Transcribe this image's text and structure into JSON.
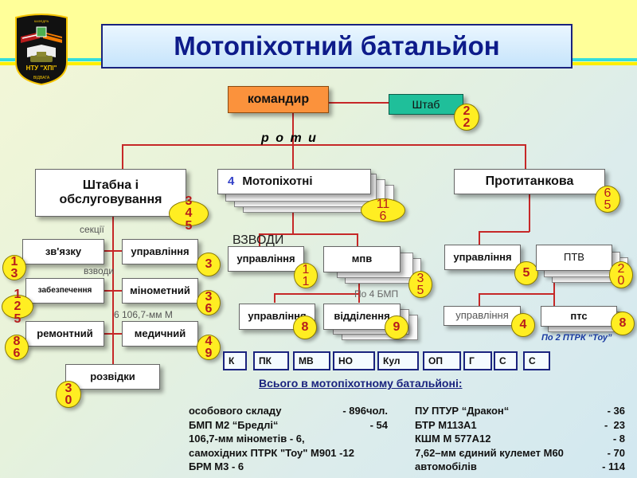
{
  "title": "Мотопіхотний батальйон",
  "logo": {
    "name": "unit-emblem",
    "texts": [
      "КАФЕДРА",
      "СИЛА",
      "ЧЕСТЬ",
      "НТУ \"ХПІ\"",
      "ВІДВАГА"
    ],
    "colors": {
      "shield": "#111111",
      "border": "#f5c400",
      "ribbon_red": "#b71c1c",
      "ribbon_orange": "#f57c00"
    }
  },
  "commander": {
    "label": "командир"
  },
  "hq": {
    "label": "Штаб",
    "count": "22"
  },
  "companies_label": "р о т и",
  "companies": {
    "hq_service": {
      "label": "Штабна і обслуговування",
      "count": "345"
    },
    "motorized": {
      "prefix": "4",
      "label": "Мотопіхотні",
      "count": "116"
    },
    "antitank": {
      "label": "Протитанкова",
      "count": "65"
    }
  },
  "hq_service_units": {
    "sections_label": "секції",
    "platoons_label": "взводи",
    "mortar_note": "6 106,7-мм М",
    "left": [
      {
        "label": "зв'язку",
        "count": "13"
      },
      {
        "label": "забезпечення",
        "count": "125"
      },
      {
        "label": "ремонтний",
        "count": "86"
      }
    ],
    "right": [
      {
        "label": "управління",
        "count": "3"
      },
      {
        "label": "мінометний",
        "count": "36"
      },
      {
        "label": "медичний",
        "count": "49"
      }
    ],
    "recon": {
      "label": "розвідки",
      "count": "30"
    }
  },
  "motorized_units": {
    "platoons_label": "ВЗВОДИ",
    "command": {
      "label": "управління",
      "count": "11"
    },
    "platoon": {
      "label": "мпв",
      "count": "35"
    },
    "bmp_note": "По 4 БМП",
    "platoon_command": {
      "label": "управління",
      "count": "8"
    },
    "squad": {
      "label": "відділення",
      "count": "9"
    }
  },
  "antitank_units": {
    "command": {
      "label": "управління",
      "count": "5"
    },
    "platoon": {
      "label": "ПТВ",
      "count": "20"
    },
    "platoon_command": {
      "label": "управління",
      "count": "4"
    },
    "section": {
      "label": "птс",
      "count": "8"
    },
    "note": "По 2 ПТРК “Тоу”"
  },
  "unit_codes": [
    "К",
    "ПК",
    "МВ",
    "НО",
    "Кул",
    "ОП",
    "Г",
    "С",
    "С"
  ],
  "summary": {
    "heading": "Всього в мотопіхотному батальйоні:",
    "left": [
      {
        "name": "особового складу",
        "value": "- 896чол."
      },
      {
        "name": "БМП М2 “Бредлі“",
        "value": "- 54"
      },
      {
        "name": "106,7-мм мінометів - 6,",
        "value": ""
      },
      {
        "name": "самохідних ПТРК \"Тоу\" М901 -12",
        "value": ""
      },
      {
        "name": "БРМ М3 - 6",
        "value": ""
      }
    ],
    "right": [
      {
        "name": "ПУ ПТУР “Дракон“",
        "value": "- 36"
      },
      {
        "name": "БТР М113А1",
        "value": "-  23"
      },
      {
        "name": "КШМ М 577А12",
        "value": "- 8"
      },
      {
        "name": "7,62–мм єдиний кулемет М60",
        "value": "- 70"
      },
      {
        "name": "автомобілів",
        "value": "- 114"
      }
    ]
  }
}
